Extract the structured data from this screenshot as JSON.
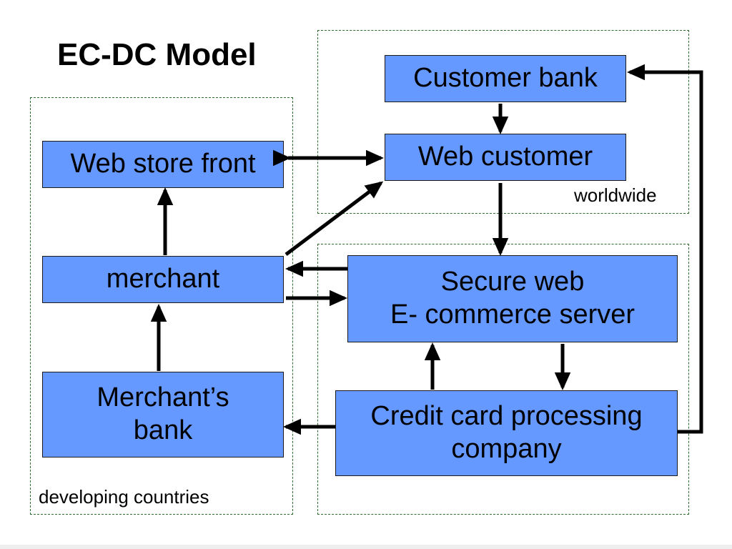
{
  "title": "EC-DC Model",
  "regions": {
    "developing": {
      "label": "developing countries"
    },
    "worldwide": {
      "label": "worldwide"
    }
  },
  "nodes": {
    "customer_bank": {
      "line1": "Customer bank"
    },
    "web_customer": {
      "line1": "Web customer"
    },
    "web_store_front": {
      "line1": "Web store front"
    },
    "merchant": {
      "line1": "merchant"
    },
    "secure_server": {
      "line1": "Secure web",
      "line2": "E- commerce server"
    },
    "merchants_bank": {
      "line1": "Merchant’s",
      "line2": "bank"
    },
    "credit_card": {
      "line1": "Credit card processing",
      "line2": "company"
    }
  },
  "colors": {
    "node_fill": "#6699ff",
    "region_border": "#2e6b2e",
    "arrow": "#000000"
  }
}
